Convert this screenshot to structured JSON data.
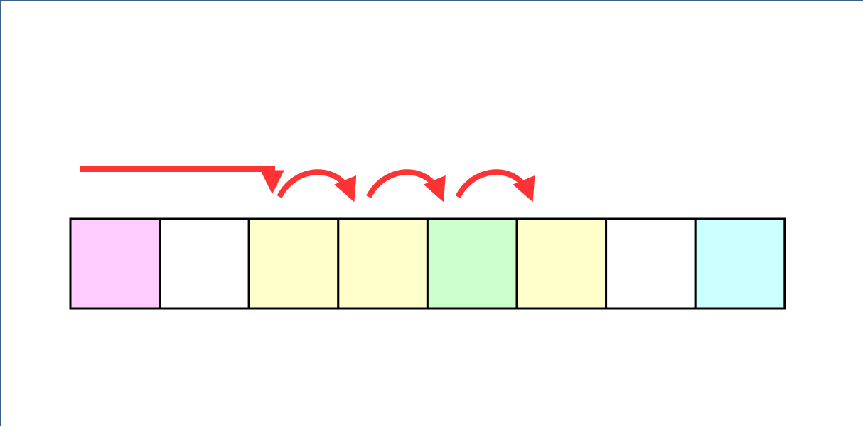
{
  "diagram": {
    "cells": [
      {
        "fill": "#ffccff"
      },
      {
        "fill": "#ffffff"
      },
      {
        "fill": "#ffffcc"
      },
      {
        "fill": "#ffffcc"
      },
      {
        "fill": "#ccffcc"
      },
      {
        "fill": "#ffffcc"
      },
      {
        "fill": "#ffffff"
      },
      {
        "fill": "#ccffff"
      }
    ],
    "cell_border_color": "#000000",
    "arrow_color": "#ff3333",
    "arrows": [
      {
        "kind": "elbow",
        "from_cell": null,
        "to_cell": 2
      },
      {
        "kind": "hop",
        "from_cell": 2,
        "to_cell": 3
      },
      {
        "kind": "hop",
        "from_cell": 3,
        "to_cell": 4
      },
      {
        "kind": "hop",
        "from_cell": 4,
        "to_cell": 5
      }
    ]
  }
}
